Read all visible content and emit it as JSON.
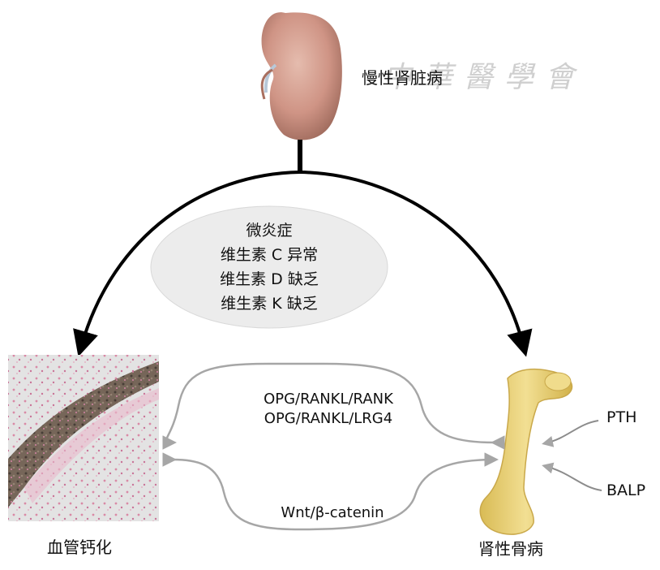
{
  "top": {
    "kidney_label": "慢性肾脏病"
  },
  "watermark": {
    "text": "中華醫學會"
  },
  "center_factors": [
    "微炎症",
    "维生素 C 异常",
    "维生素 D 缺乏",
    "维生素 K 缺乏"
  ],
  "left": {
    "label": "血管钙化"
  },
  "right": {
    "label": "肾性骨病",
    "markers": [
      "PTH",
      "BALP"
    ]
  },
  "pathways": {
    "upper": [
      "OPG/RANKL/RANK",
      "OPG/RANKL/LRG4"
    ],
    "lower": "Wnt/β-catenin"
  },
  "colors": {
    "ellipse_fill": "#ececec",
    "arrow_black": "#000000",
    "arrow_gray": "#a6a6a6",
    "bone": "#e6cf74"
  }
}
